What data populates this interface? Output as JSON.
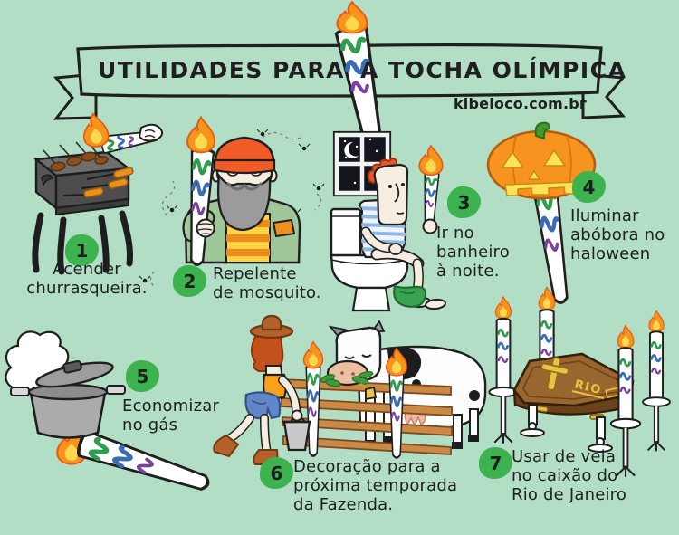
{
  "page": {
    "title_left": "UTILIDADES PARA",
    "title_right": "A TOCHA OLÍMPICA",
    "site": "kibeloco.com.br"
  },
  "items": [
    {
      "number": "1",
      "caption": "Acender\nchurrasqueira.",
      "scene": "lighting-barbecue-grill"
    },
    {
      "number": "2",
      "caption": "Repelente\nde mosquito.",
      "scene": "bearded-man-mosquito-repellent"
    },
    {
      "number": "3",
      "caption": "Ir no\nbanheiro\nà noite.",
      "scene": "man-on-toilet-at-night"
    },
    {
      "number": "4",
      "caption": "Iluminar\nabóbora no\nhaloween",
      "scene": "halloween-pumpkin-on-torch"
    },
    {
      "number": "5",
      "caption": "Economizar\nno gás",
      "scene": "cooking-pot-over-torch"
    },
    {
      "number": "6",
      "caption": "Decoração para a\npróxima temporada\nda Fazenda.",
      "scene": "farm-fence-cow-torch-posts"
    },
    {
      "number": "7",
      "caption": "Usar de vela\nno caixão do\nRio de Janeiro",
      "scene": "rio-coffin-torch-candles",
      "coffin_label": "RIO"
    }
  ],
  "colors": {
    "background": "#b2dec6",
    "ink": "#1f1f1f",
    "badge_green": "#3cb34f",
    "torch_white": "#ffffff",
    "stripe_green": "#2f9e4c",
    "stripe_blue": "#3a6cb5",
    "stripe_purple": "#7b3fa0",
    "flame_orange": "#f7941e",
    "flame_yellow": "#ffd84d",
    "flame_outline": "#e55c12",
    "pumpkin_orange": "#f79420",
    "pumpkin_face_yellow": "#ffe25a",
    "fence_brown": "#c98a47",
    "coffin_brown": "#9a6630",
    "coffin_gold": "#e7c244",
    "beanie_orange": "#f15b27",
    "jacket_green": "#9fc79a",
    "denim_blue": "#6187c6"
  }
}
